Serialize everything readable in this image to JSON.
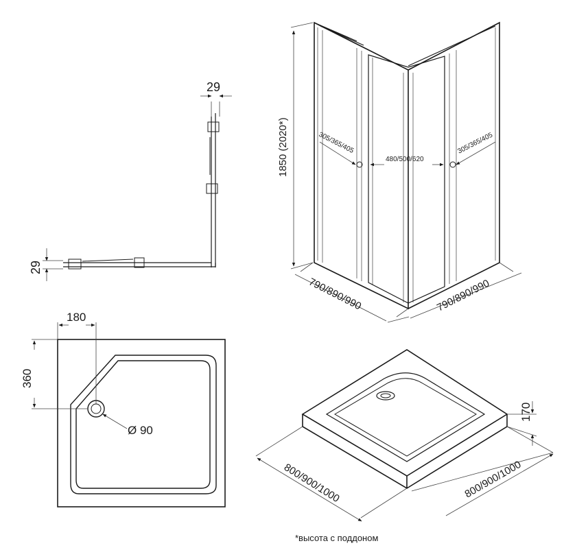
{
  "top_view": {
    "dim_profile_width": "29",
    "dim_profile_height": "29"
  },
  "cabin_iso": {
    "dim_height": "1850 (2020*)",
    "dim_left_panel": "305/365/405",
    "dim_door": "480/500/620",
    "dim_right_panel": "305/365/405",
    "dim_width_left": "790/890/990",
    "dim_width_right": "790/890/990"
  },
  "tray_plan": {
    "dim_drain_x": "180",
    "dim_drain_y": "360",
    "dim_drain_diameter": "Ø 90"
  },
  "tray_iso": {
    "dim_height": "170",
    "dim_width_left": "800/900/1000",
    "dim_width_right": "800/900/1000"
  },
  "footnote": "*высота с поддоном"
}
